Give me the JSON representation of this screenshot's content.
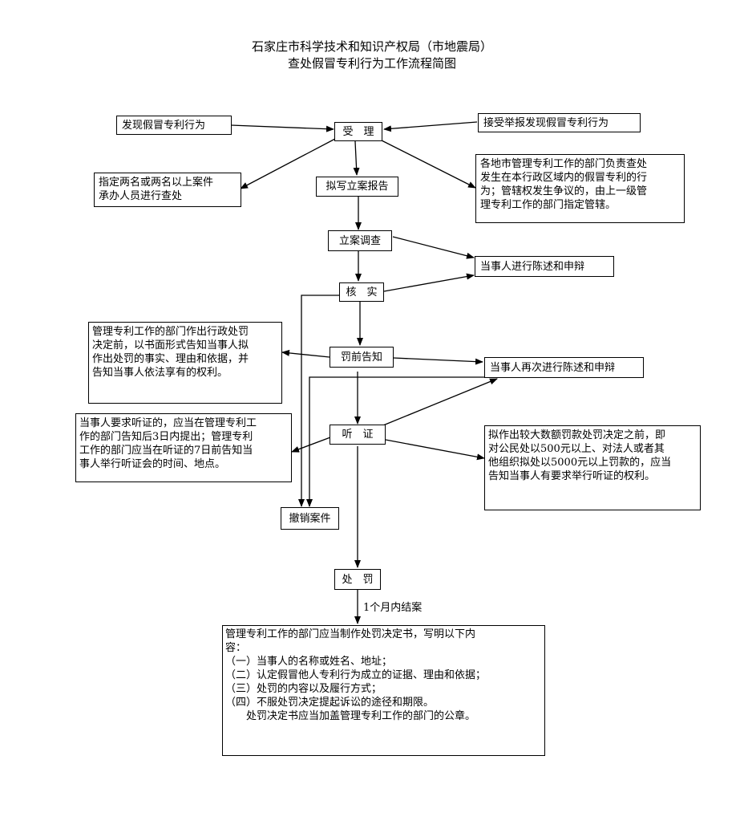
{
  "title": {
    "line1": "石家庄市科学技术和知识产权局（市地震局）",
    "line2": "查处假冒专利行为工作流程简图"
  },
  "nodes": {
    "discover": "发现假冒专利行为",
    "accept_report": "接受举报发现假冒专利行为",
    "accept": "受　理",
    "assign": [
      "指定两名或两名以上案件",
      "承办人员进行查处"
    ],
    "draft_report": "拟写立案报告",
    "jurisdiction": [
      "各地市管理专利工作的部门负责查处",
      "发生在本行政区域内的假冒专利的行",
      "为；管辖权发生争议的，由上一级管",
      "理专利工作的部门指定管辖。"
    ],
    "investigate": "立案调查",
    "statement": "当事人进行陈述和申辩",
    "verify": "核　实",
    "pre_notice_desc": [
      "管理专利工作的部门作出行政处罚",
      "决定前，以书面形式告知当事人拟",
      "作出处罚的事实、理由和依据，并",
      "告知当事人依法享有的权利。"
    ],
    "pre_notice": "罚前告知",
    "statement_again": "当事人再次进行陈述和申辩",
    "hearing_desc": [
      "当事人要求听证的，应当在管理专利工",
      "作的部门告知后3日内提出；管理专利",
      "工作的部门应当在听证的7日前告知当",
      "事人举行听证会的时间、地点。"
    ],
    "hearing": "听　证",
    "large_fine": [
      "拟作出较大数额罚款处罚决定之前，即",
      "对公民处以500元以上、对法人或者其",
      "他组织拟处以5000元以上罚款的，应当",
      "告知当事人有要求举行听证的权利。"
    ],
    "revoke": "撤销案件",
    "penalty": "处　罚",
    "deadline": "1个月内结案",
    "decision": [
      "管理专利工作的部门应当制作处罚决定书，写明以下内",
      "容：",
      "（一）当事人的名称或姓名、地址；",
      "（二）认定假冒他人专利行为成立的证据、理由和依据；",
      "（三）处罚的内容以及履行方式；",
      "（四）不服处罚决定提起诉讼的途径和期限。",
      "　　处罚决定书应当加盖管理专利工作的部门的公章。"
    ]
  }
}
